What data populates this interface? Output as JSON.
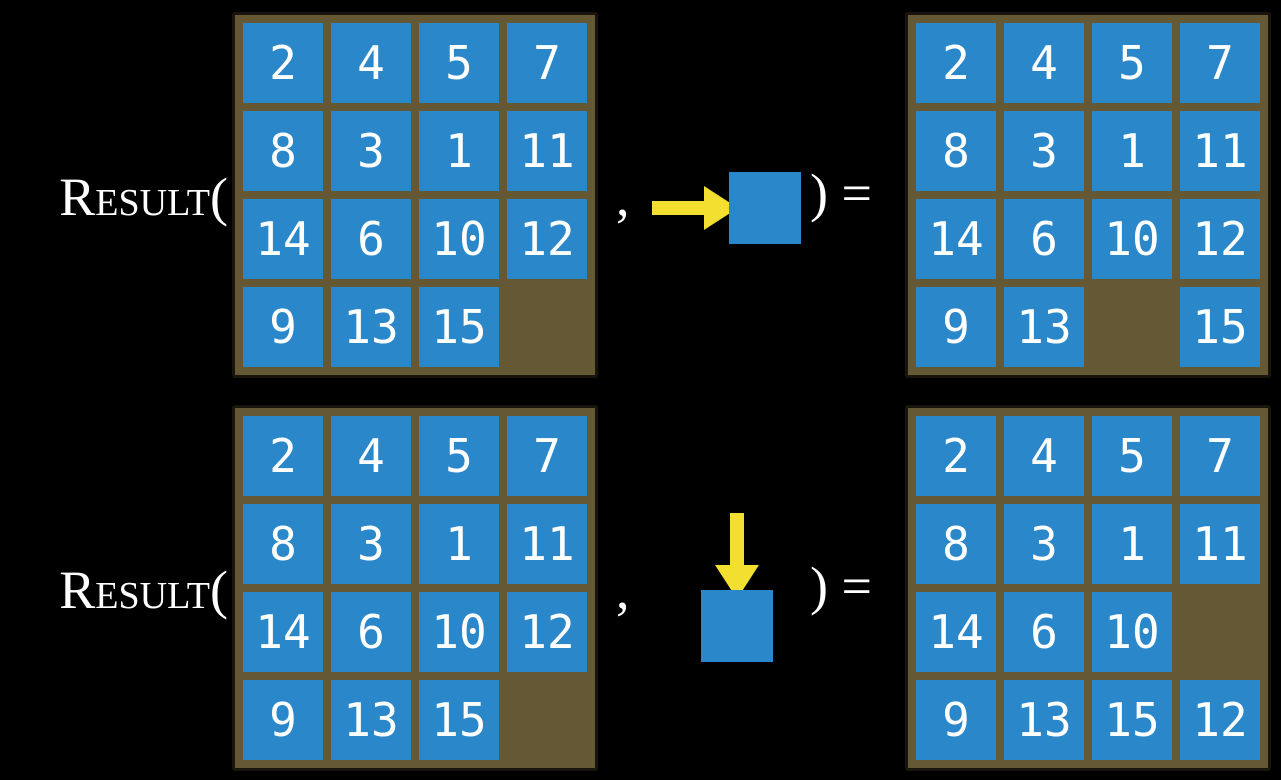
{
  "figure": {
    "title": "sliding-puzzle RESULT function examples",
    "function_name": "Result(",
    "comma": ",",
    "close_paren_equals": ") =",
    "colors": {
      "background": "#000000",
      "tile_blue": "#2987ca",
      "board_brown": "#655835",
      "arrow_yellow": "#f2df30",
      "text_white": "#ffffff"
    },
    "rows": [
      {
        "action": {
          "direction": "right",
          "icon": "right-arrow-icon"
        },
        "input_board": [
          [
            "2",
            "4",
            "5",
            "7"
          ],
          [
            "8",
            "3",
            "1",
            "11"
          ],
          [
            "14",
            "6",
            "10",
            "12"
          ],
          [
            "9",
            "13",
            "15",
            null
          ]
        ],
        "result_board": [
          [
            "2",
            "4",
            "5",
            "7"
          ],
          [
            "8",
            "3",
            "1",
            "11"
          ],
          [
            "14",
            "6",
            "10",
            "12"
          ],
          [
            "9",
            "13",
            null,
            "15"
          ]
        ]
      },
      {
        "action": {
          "direction": "down",
          "icon": "down-arrow-icon"
        },
        "input_board": [
          [
            "2",
            "4",
            "5",
            "7"
          ],
          [
            "8",
            "3",
            "1",
            "11"
          ],
          [
            "14",
            "6",
            "10",
            "12"
          ],
          [
            "9",
            "13",
            "15",
            null
          ]
        ],
        "result_board": [
          [
            "2",
            "4",
            "5",
            "7"
          ],
          [
            "8",
            "3",
            "1",
            "11"
          ],
          [
            "14",
            "6",
            "10",
            null
          ],
          [
            "9",
            "13",
            "15",
            "12"
          ]
        ]
      }
    ]
  }
}
